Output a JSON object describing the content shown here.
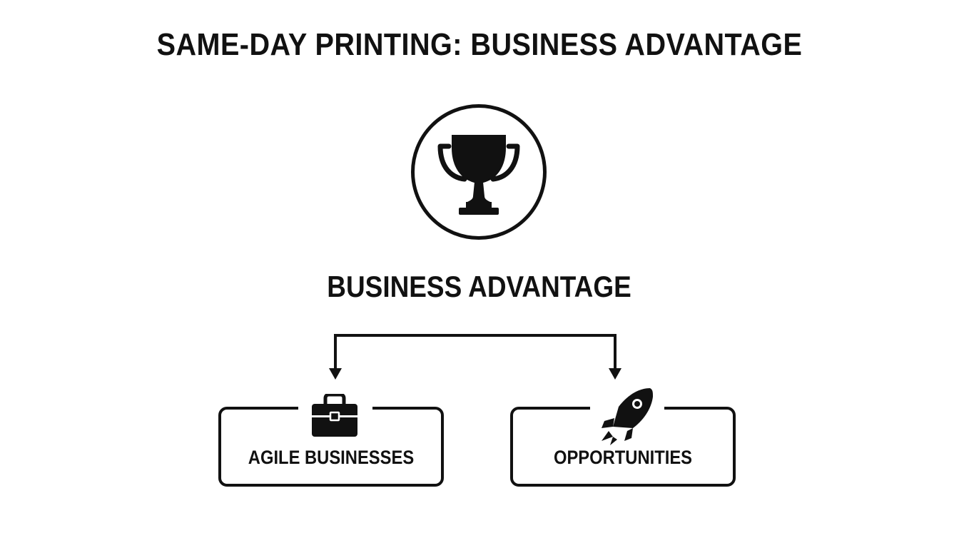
{
  "title": "SAME-DAY PRINTING: BUSINESS ADVANTAGE",
  "center": {
    "icon": "trophy-icon",
    "label": "BUSINESS ADVANTAGE"
  },
  "branches": [
    {
      "icon": "briefcase-icon",
      "label": "AGILE BUSINESSES"
    },
    {
      "icon": "rocket-icon",
      "label": "OPPORTUNITIES"
    }
  ],
  "colors": {
    "ink": "#111111",
    "background": "#ffffff"
  }
}
